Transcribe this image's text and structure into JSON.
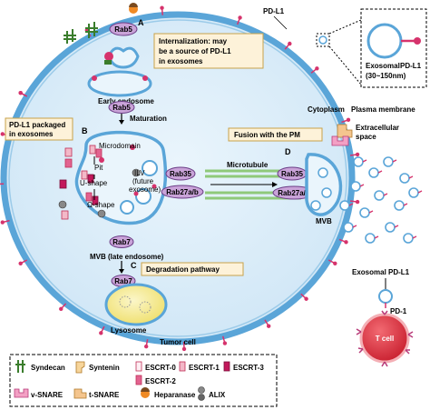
{
  "labels": {
    "pdl1_top": "PD-L1",
    "A": "A",
    "B": "B",
    "C": "C",
    "D": "D",
    "rab5_top": "Rab5",
    "rab5_mid": "Rab5",
    "rab35_left": "Rab35",
    "rab27_left": "Rab27a/b",
    "rab35_right": "Rab35",
    "rab27_right": "Rab27a/b",
    "rab7_mid": "Rab7",
    "rab7_low": "Rab7",
    "internalization_1": "Internalization: may",
    "internalization_2": "be a source of PD-L1",
    "internalization_3": "in exosomes",
    "early_endosome": "Early endosome",
    "maturation": "Maturation",
    "microdomain": "Microdomain",
    "pit": "Pit",
    "u_shape": "U-shape",
    "omega_shape": "Ω-shape",
    "ilv_1": "ILV",
    "ilv_2": "(future",
    "ilv_3": "exosome)",
    "mvb_late": "MVB (late endosome)",
    "degradation": "Degradation pathway",
    "lysosome": "Lysosome",
    "tumor_cell": "Tumor cell",
    "packaged_1": "PD-L1 packaged",
    "packaged_2": "in exosomes",
    "microtubule": "Microtubule",
    "fusion": "Fusion with the PM",
    "cytoplasm": "Cytoplasm",
    "plasma_membrane": "Plasma membrane",
    "extracellular_1": "Extracellular",
    "extracellular_2": "space",
    "mvb_right": "MVB",
    "exosomal_1": "Exosomal",
    "exosomal_2": "(30~150nm)",
    "inset_pdl1": "PD-L1",
    "exosomal_pdl1": "Exosomal PD-L1",
    "pd1": "PD-1",
    "t_cell": "T cell"
  },
  "legend": [
    {
      "label": "Syndecan",
      "icon": "syndecan-icon"
    },
    {
      "label": "Syntenin",
      "icon": "syntenin-icon"
    },
    {
      "label": "ESCRT-0",
      "icon": "escrt0-icon"
    },
    {
      "label": "ESCRT-1",
      "icon": "escrt1-icon"
    },
    {
      "label": "ESCRT-2",
      "icon": "escrt2-icon"
    },
    {
      "label": "ESCRT-3",
      "icon": "escrt3-icon"
    },
    {
      "label": "v-SNARE",
      "icon": "vsnare-icon"
    },
    {
      "label": "t-SNARE",
      "icon": "tsnare-icon"
    },
    {
      "label": "Heparanase",
      "icon": "heparanase-icon"
    },
    {
      "label": "ALIX",
      "icon": "alix-icon"
    }
  ],
  "colors": {
    "cell_fill": "#dcedf8",
    "membrane": "#5aa5d8",
    "rab_fill": "#c9a3d8",
    "pdl1": "#d6336c",
    "label_box": "#fdf2d9",
    "label_border": "#c8a24a",
    "microtubule": "#8fc97a",
    "tcell": "#d9283a",
    "lysosome": "#f6ec9a"
  }
}
